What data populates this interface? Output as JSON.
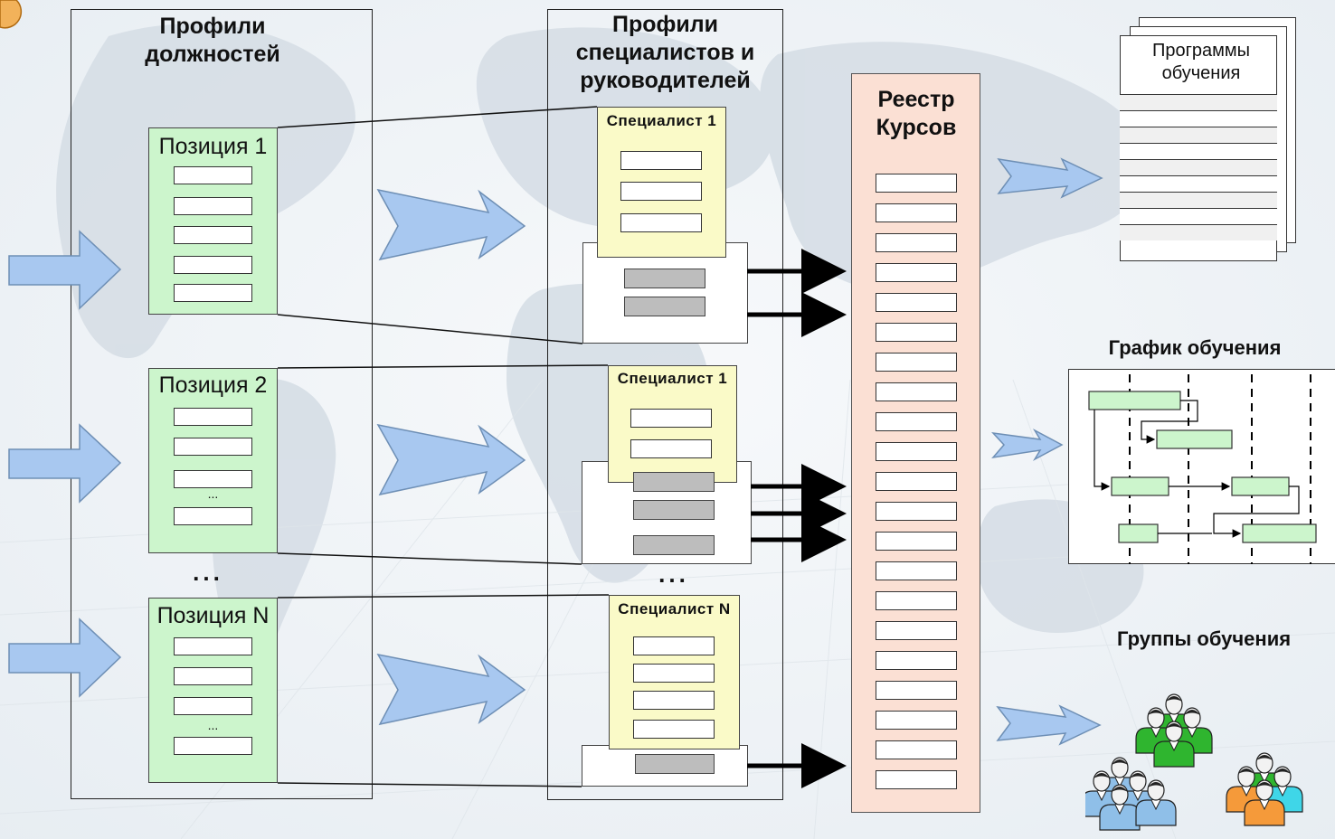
{
  "colors": {
    "position_fill": "#ccf5cc",
    "specialist_fill": "#fafac8",
    "registry_fill": "#fbe0d4",
    "grey_row": "#bdbdbd",
    "arrow_blue": "#a8c8f0",
    "people_green": "#2fb52f",
    "people_blue": "#8fbfe8",
    "people_orange": "#f59a3a",
    "people_cyan": "#3fd6e8"
  },
  "positions_column": {
    "title": "Профили должностей",
    "items": [
      {
        "label": "Позиция 1",
        "rows": 5,
        "ellipsis": ""
      },
      {
        "label": "Позиция 2",
        "rows": 4,
        "ellipsis": "..."
      },
      {
        "label": "Позиция N",
        "rows": 5,
        "ellipsis": "..."
      }
    ],
    "gap_dots": "..."
  },
  "specialists_column": {
    "title": "Профили специалистов и руководителей",
    "items": [
      {
        "label": "Специалист 1"
      },
      {
        "label": "Специалист 1"
      },
      {
        "label": "Специалист N"
      }
    ],
    "gap_dots": "..."
  },
  "registry": {
    "title": "Реестр Курсов",
    "rows": 21
  },
  "outputs": {
    "programs": {
      "title": "Программы обучения"
    },
    "schedule": {
      "title": "График обучения"
    },
    "groups": {
      "title": "Группы обучения"
    }
  },
  "icons": [
    "input-arrow-icon",
    "transfer-arrow-icon",
    "link-arrow-icon",
    "output-arrow-icon",
    "people-group-icon",
    "gantt-chart-icon",
    "document-stack-icon"
  ]
}
